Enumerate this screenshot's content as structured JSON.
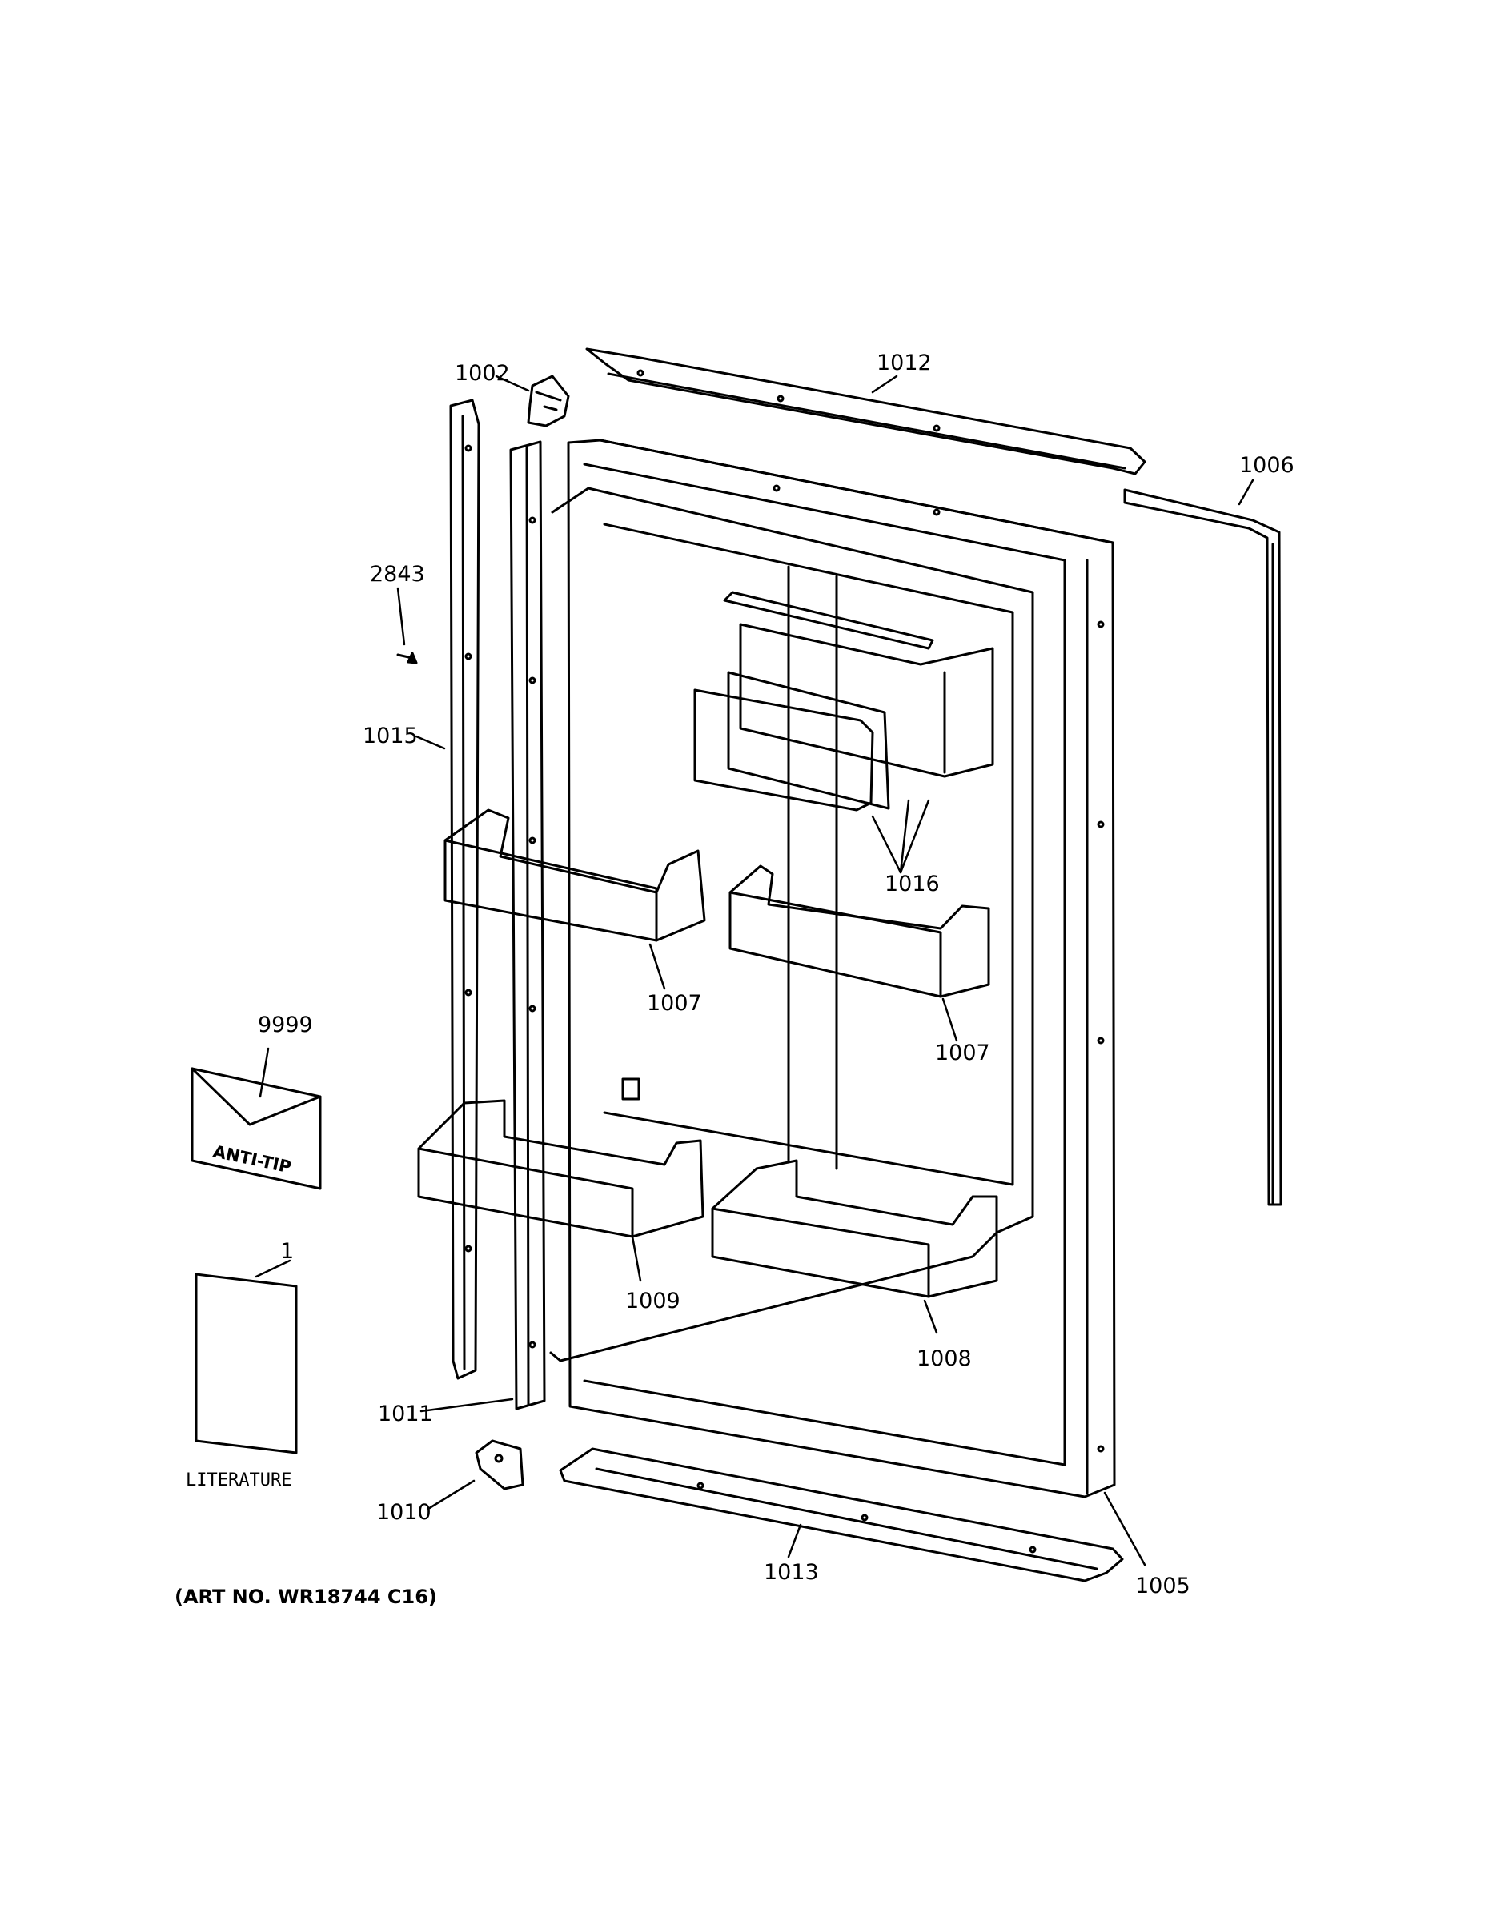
{
  "callouts": {
    "c1002": "1002",
    "c1012": "1012",
    "c1006": "1006",
    "c2843": "2843",
    "c1015": "1015",
    "c1016": "1016",
    "c1007a": "1007",
    "c1007b": "1007",
    "c9999": "9999",
    "c1": "1",
    "c1009": "1009",
    "c1008": "1008",
    "c1011": "1011",
    "c1010": "1010",
    "c1013": "1013",
    "c1005": "1005"
  },
  "envelope_text": "ANTI-TIP",
  "literature_text": "LITERATURE",
  "art_number": "(ART NO. WR18744 C16)",
  "colors": {
    "line": "#000000",
    "background": "#ffffff"
  }
}
